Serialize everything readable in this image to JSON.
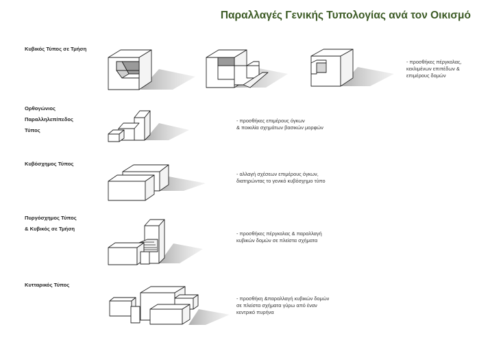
{
  "title": "Παραλλαγές Γενικής Τυπολογίας ανά τον Οικισμό",
  "rows": [
    {
      "label_lines": [
        "Κυβικός Τύπος σε Τμήση"
      ],
      "note_lines": [
        "- προσθήκες πέργκολας,",
        "κεκλιμένων επιπέδων &",
        "επιμέρους δομών"
      ]
    },
    {
      "label_lines": [
        "Ορθογώνιος",
        "Παραλληλεπίπεδος",
        "Τύπος"
      ],
      "note_lines": [
        "- προσθήκες επιμέρους όγκων",
        "& ποικιλία σχημάτων βασικών μορφών"
      ]
    },
    {
      "label_lines": [
        "Κυβόσχημος Τύπος"
      ],
      "note_lines": [
        "- αλλαγή σχέσεων επιμέρους όγκων,",
        "διατηρώντας το γενικό κυβόσχημο τύπο"
      ]
    },
    {
      "label_lines": [
        "Πυργόσχημος Τύπος",
        "& Κυβικός σε Τμήση"
      ],
      "note_lines": [
        "- προσθήκες πέργκολας & παραλλαγή",
        "κυβικών δομών σε πλείστα σχήματα"
      ]
    },
    {
      "label_lines": [
        "Κυτταρικός Τύπος"
      ],
      "note_lines": [
        "- προσθήκη &παραλλαγή κυβικών δομών",
        "σε πλείστα σχήματα γύρω από έναν",
        "κεντρικό πυρήνα"
      ]
    }
  ],
  "colors": {
    "title": "#3b5a24",
    "stroke": "#222222",
    "face_front": "#ffffff",
    "face_side": "#f4f4f4",
    "face_top": "#ffffff",
    "inner_dark": "#9a9a9a",
    "shadow": "#bdbdbd"
  }
}
